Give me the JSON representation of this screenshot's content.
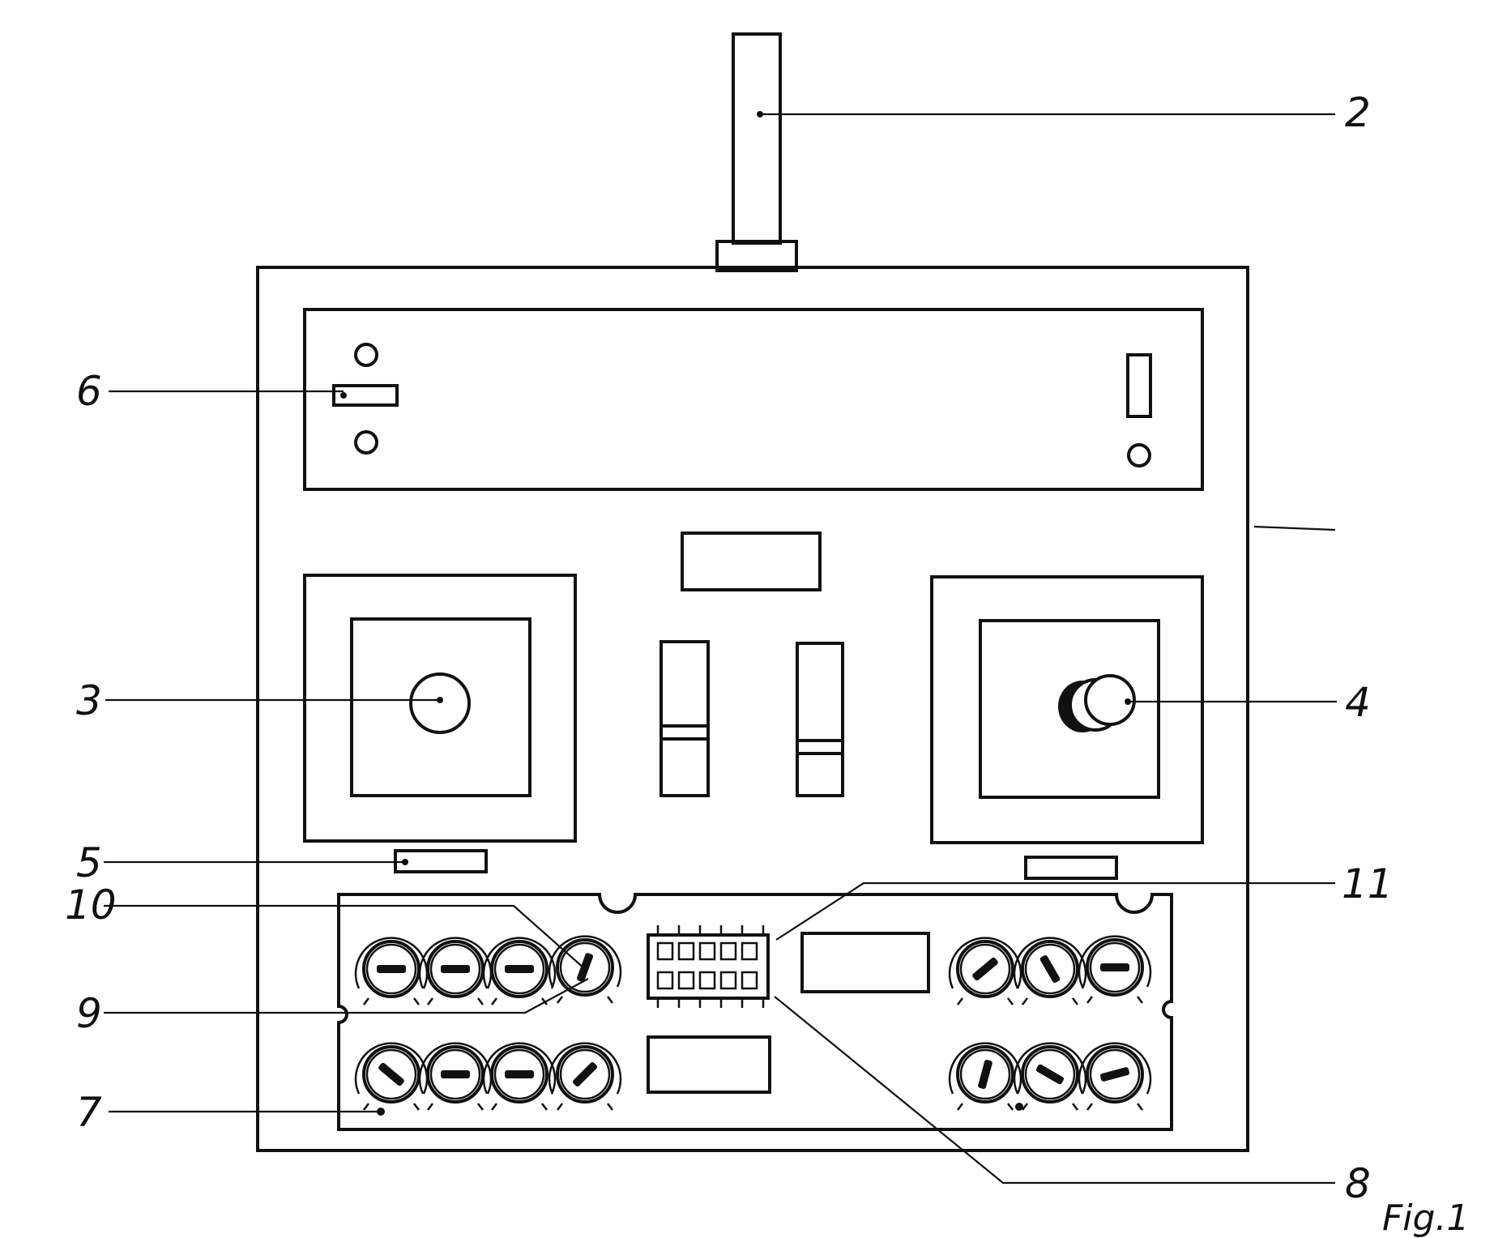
{
  "figure": {
    "caption": "Fig.1",
    "reference_labels": {
      "antenna": "2",
      "left_stick": "3",
      "right_stick": "4",
      "left_trim_slot": "5",
      "top_switch": "6",
      "lower_module": "7",
      "connector": "8",
      "knob_row_lead": "9",
      "knob_lead": "10",
      "connector_lead": "11"
    }
  }
}
